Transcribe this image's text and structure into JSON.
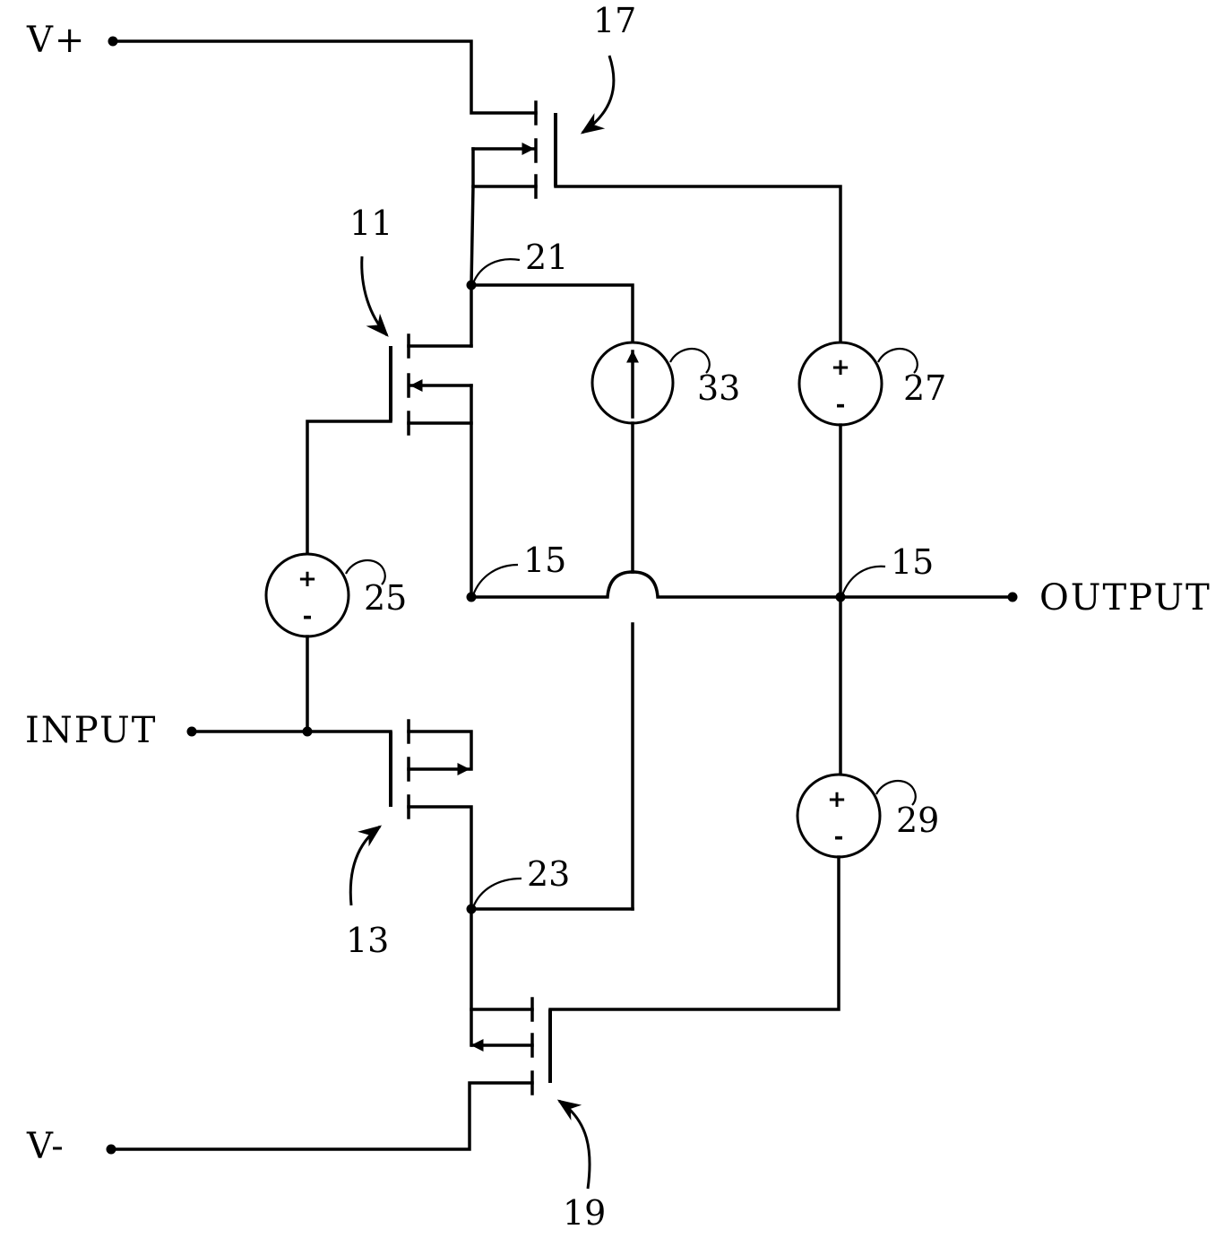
{
  "terminals": {
    "v_plus": "V+",
    "v_minus": "V-",
    "input": "INPUT",
    "output": "OUTPUT"
  },
  "refs": {
    "r11": "11",
    "r13": "13",
    "r15a": "15",
    "r15b": "15",
    "r17": "17",
    "r19": "19",
    "r21": "21",
    "r23": "23",
    "r25": "25",
    "r27": "27",
    "r29": "29",
    "r33": "33"
  },
  "source_signs": {
    "plus": "+",
    "minus": "-"
  }
}
